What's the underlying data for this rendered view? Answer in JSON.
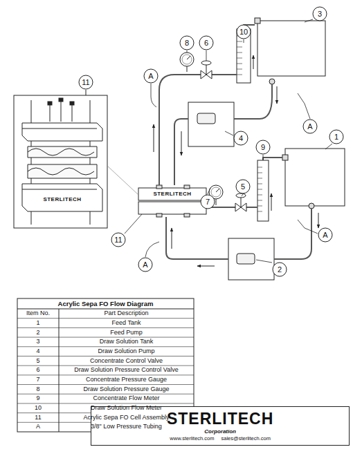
{
  "diagram": {
    "title": "Acrylic Sepa FO Flow Diagram",
    "nodes": [
      {
        "text": [
          "3"
        ]
      },
      {
        "text": [
          "10"
        ]
      },
      {
        "text": [
          "8"
        ]
      },
      {
        "text": [
          "6"
        ]
      },
      {
        "text": [
          "11"
        ]
      },
      {
        "text": [
          "A"
        ]
      },
      {
        "text": [
          "A"
        ]
      },
      {
        "text": [
          "4"
        ]
      },
      {
        "text": [
          "1"
        ]
      },
      {
        "text": [
          "9"
        ]
      },
      {
        "text": [
          "7"
        ]
      },
      {
        "text": [
          "5"
        ]
      },
      {
        "text": [
          "A"
        ]
      },
      {
        "text": [
          "11"
        ]
      },
      {
        "text": [
          "2"
        ]
      },
      {
        "text": [
          "A"
        ]
      },
      {
        "text": [
          "STERLITECH",
          "Corporation",
          "www.sterlitech.com",
          "sales@sterlitech.com"
        ]
      }
    ],
    "labels": [
      "STERLITECH",
      "STERLITECH",
      "Item No.",
      "Part Description",
      "1",
      "Feed Tank",
      "2",
      "Feed Pump",
      "3",
      "Draw Solution Tank",
      "4",
      "Draw Solution Pump",
      "5",
      "Concentrate Control Valve",
      "6",
      "Draw Solution Pressure Control Valve",
      "7",
      "Concentrate Pressure Gauge",
      "8",
      "Draw Solution Pressure Gauge",
      "9",
      "Concentrate Flow Meter",
      "10",
      "Draw Solution Flow Meter",
      "11",
      "Acrylic Sepa FO Cell Assembly",
      "A",
      "3/8\" Low Pressure Tubing"
    ]
  }
}
